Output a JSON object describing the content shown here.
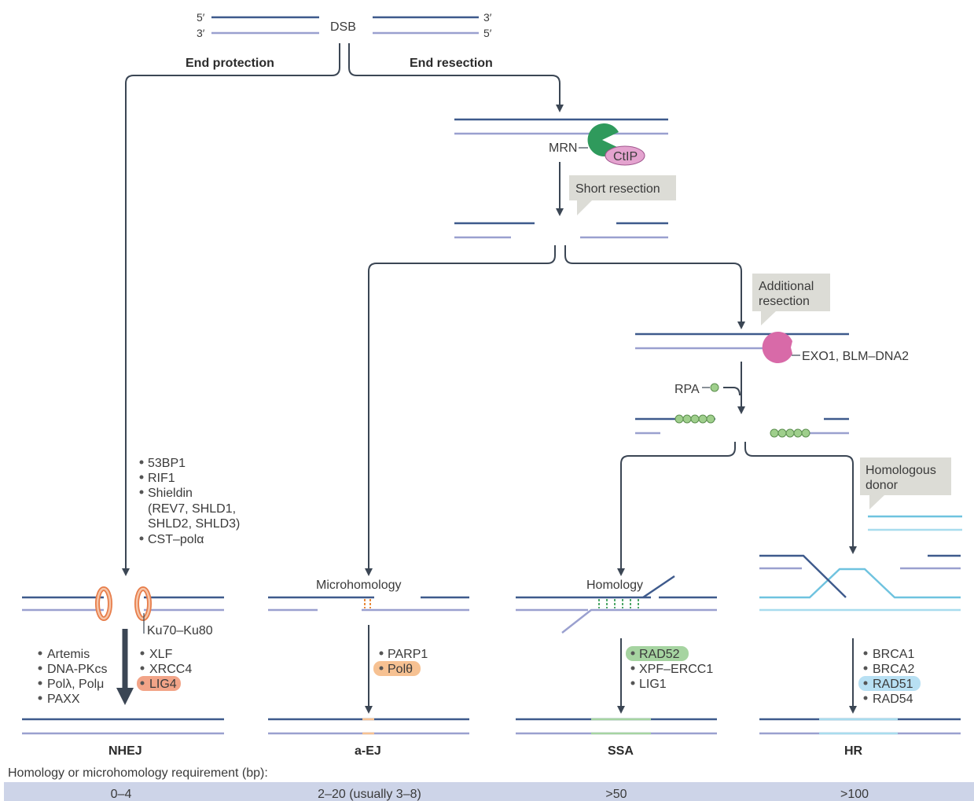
{
  "dsb": {
    "label": "DSB",
    "left_top": "5′",
    "left_bottom": "3′",
    "right_top": "3′",
    "right_bottom": "5′"
  },
  "branches": {
    "end_protection": "End protection",
    "end_resection": "End resection"
  },
  "resection": {
    "mrn": "MRN",
    "ctip": "CtIP",
    "short_resection": "Short resection",
    "additional_resection_line1": "Additional",
    "additional_resection_line2": "resection",
    "exo1": "EXO1, BLM–DNA2",
    "rpa": "RPA",
    "donor_line1": "Homologous",
    "donor_line2": "donor"
  },
  "nhej": {
    "name": "NHEJ",
    "ku": "Ku70–Ku80",
    "factors_upstream": [
      "53BP1",
      "RIF1",
      "Shieldin",
      "(REV7, SHLD1,",
      "SHLD2, SHLD3)",
      "CST–polα"
    ],
    "factors_left": [
      "Artemis",
      "DNA-PKcs",
      "Polλ, Polμ",
      "PAXX"
    ],
    "factors_right": [
      "XLF",
      "XRCC4",
      "LIG4"
    ]
  },
  "aej": {
    "name": "a-EJ",
    "label": "Microhomology",
    "factors": [
      "PARP1",
      "Polθ"
    ]
  },
  "ssa": {
    "name": "SSA",
    "label": "Homology",
    "factors": [
      "RAD52",
      "XPF–ERCC1",
      "LIG1"
    ]
  },
  "hr": {
    "name": "HR",
    "factors": [
      "BRCA1",
      "BRCA2",
      "RAD51",
      "RAD54"
    ]
  },
  "requirement": {
    "caption": "Homology or microhomology requirement (bp):",
    "values": [
      "0–4",
      "2–20 (usually 3–8)",
      ">50",
      ">100"
    ]
  },
  "colors": {
    "dark_strand": "#3e5a8c",
    "light_strand": "#9aa0cf",
    "ku_ring": "#f0a276",
    "mrn": "#2f9a5c",
    "ctip": "#e4a3cf",
    "exo1": "#d86aa8",
    "rpa": "#9fcf8c",
    "lig4_highlight": "#f2a488",
    "pol_theta_highlight": "#f6c192",
    "rad52_highlight": "#a6d4a1",
    "rad51_highlight": "#b8e0f3",
    "requirement_bar": "#cdd4e8"
  }
}
